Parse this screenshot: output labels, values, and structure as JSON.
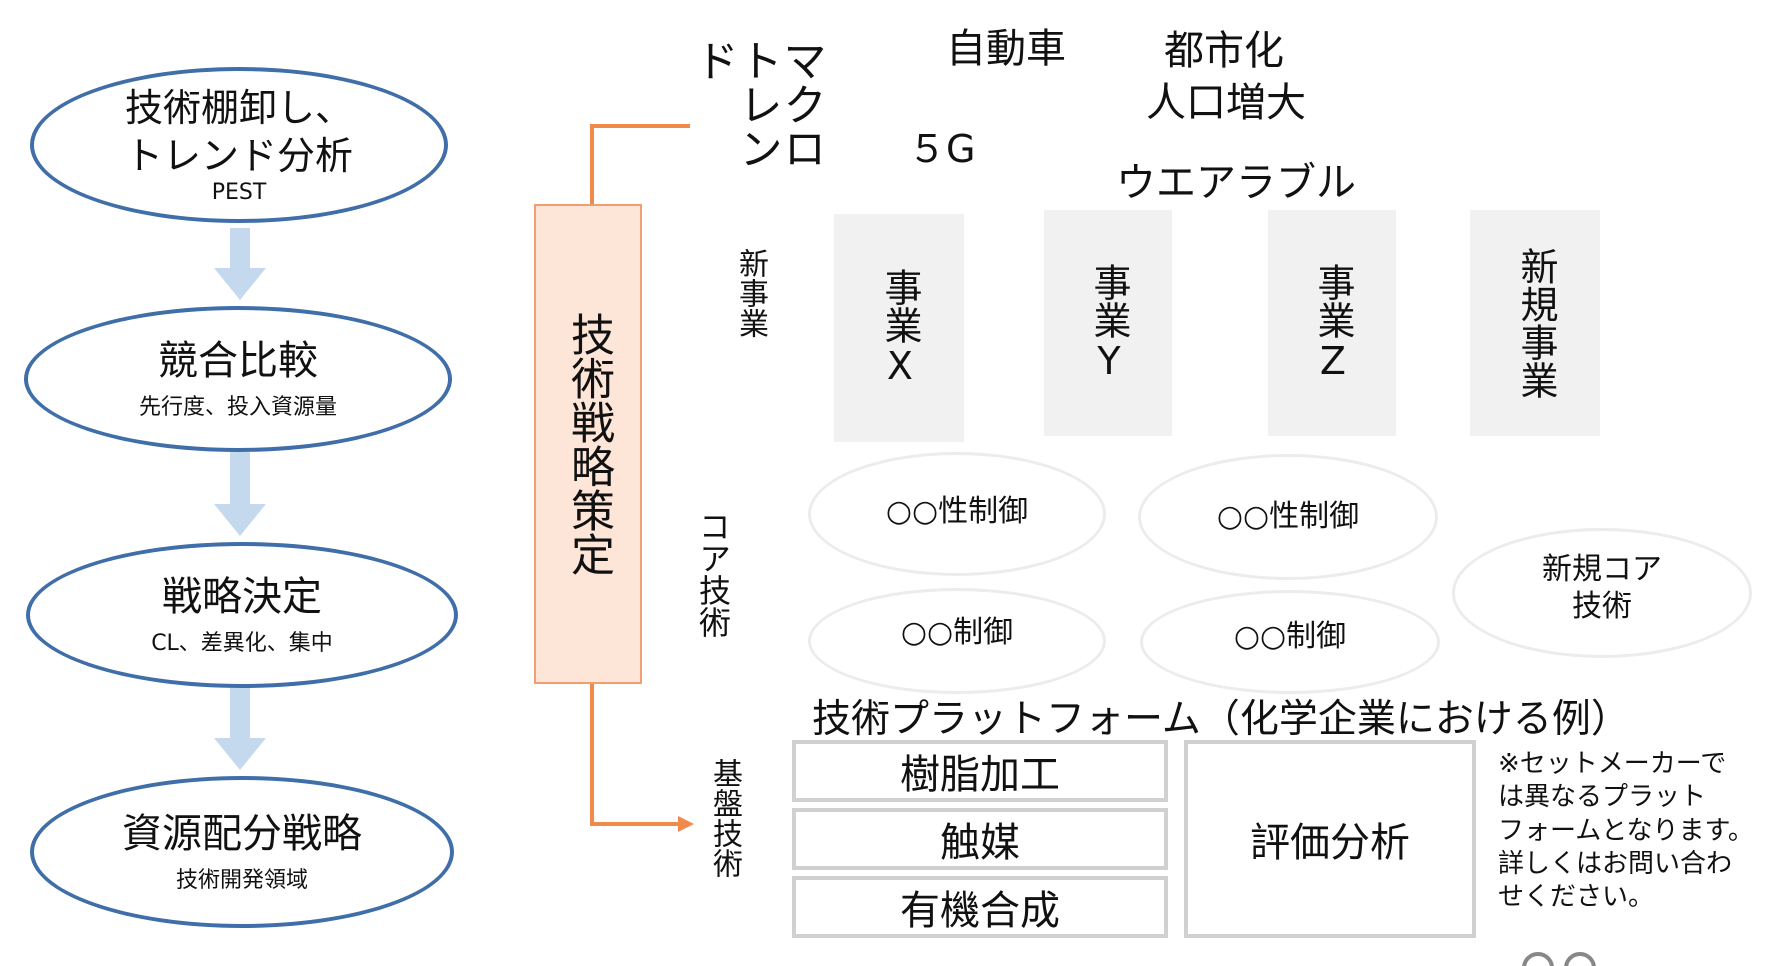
{
  "flow": {
    "steps": [
      {
        "title": "技術棚卸し、\nトレンド分析",
        "sub": "PEST"
      },
      {
        "title": "競合比較",
        "sub": "先行度、投入資源量"
      },
      {
        "title": "戦略決定",
        "sub": "CL、差異化、集中"
      },
      {
        "title": "資源配分戦略",
        "sub": "技術開発領域"
      }
    ]
  },
  "strategy_label": "技術戦略策定",
  "row_labels": {
    "macro": "マクロ\nトレンド",
    "new_business": "新事業",
    "core_tech": "コア技術",
    "base_tech": "基盤技術"
  },
  "trends": {
    "car": "自動車",
    "urban": "都市化",
    "population": "人口増大",
    "fiveg": "５G",
    "wearable": "ウエアラブル"
  },
  "businesses": [
    "事業X",
    "事業Y",
    "事業Z",
    "新規事業"
  ],
  "core": {
    "a": "○○性制御",
    "b": "○○性制御",
    "c": "○○制御",
    "d": "○○制御",
    "new": "新規コア\n技術"
  },
  "platform": {
    "title": "技術プラットフォーム（化学企業における例）",
    "items": [
      "樹脂加工",
      "触媒",
      "有機合成"
    ],
    "eval": "評価分析",
    "note": "※セットメーカーで\nは異なるプラット\nフォームとなります。\n詳しくはお問い合わ\nせください。"
  },
  "colors": {
    "flow_border": "#3f6ea8",
    "arrow_fill": "#c5d9ee",
    "strategy_fill": "#fde6d8",
    "strategy_border": "#f0a070",
    "connector": "#f08a4b"
  }
}
